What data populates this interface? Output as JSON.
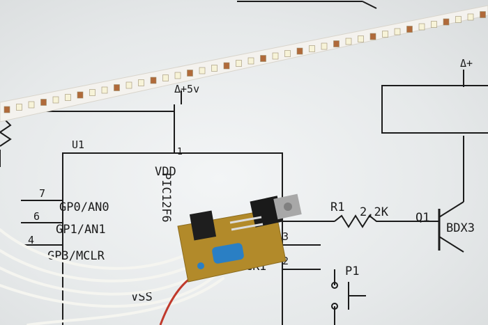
{
  "schematic": {
    "supply_top": "Δ+5v",
    "supply_right": "Δ+",
    "u1_label": "U1",
    "pin1": "1",
    "vdd": "VDD",
    "pin7": "7",
    "gp0": "GP0/AN0",
    "pin6": "6",
    "gp1": "GP1/AN1",
    "pin4": "4",
    "gp3": "GP3/MCLR",
    "chip_name": "PIC12F6",
    "vss": "VSS",
    "pin3": "3",
    "pin2": "2",
    "cki": "CKI",
    "r1": "R1",
    "r1_value": "2,2K",
    "q1": "Q1",
    "bdx": "BDX3",
    "p1": "P1"
  },
  "colors": {
    "paper": "#eef0f1",
    "ink": "#1b1b1b",
    "strip": "#f4f2ee",
    "led": "#f7f3d8",
    "pcb": "#b28a2a",
    "capacitor": "#2a7fc4",
    "wire": "#f5f5f0",
    "red_wire": "#c0392b"
  }
}
